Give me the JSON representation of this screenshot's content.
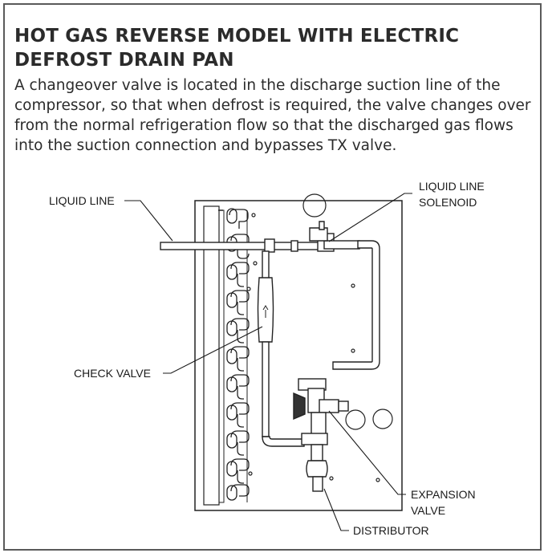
{
  "heading": "HOT GAS REVERSE MODEL WITH ELECTRIC DEFROST DRAIN PAN",
  "description": "A changeover valve is located in the discharge suction line of the compressor, so that when defrost is required, the valve changes over from the normal refrigeration flow so that the discharged gas flows into the suction connection and bypasses TX valve.",
  "labels": {
    "liquid_line": "LIQUID LINE",
    "liquid_line_solenoid_1": "LIQUID LINE",
    "liquid_line_solenoid_2": "SOLENOID",
    "check_valve": "CHECK VALVE",
    "expansion_valve_1": "EXPANSION",
    "expansion_valve_2": "VALVE",
    "distributor": "DISTRIBUTOR"
  }
}
